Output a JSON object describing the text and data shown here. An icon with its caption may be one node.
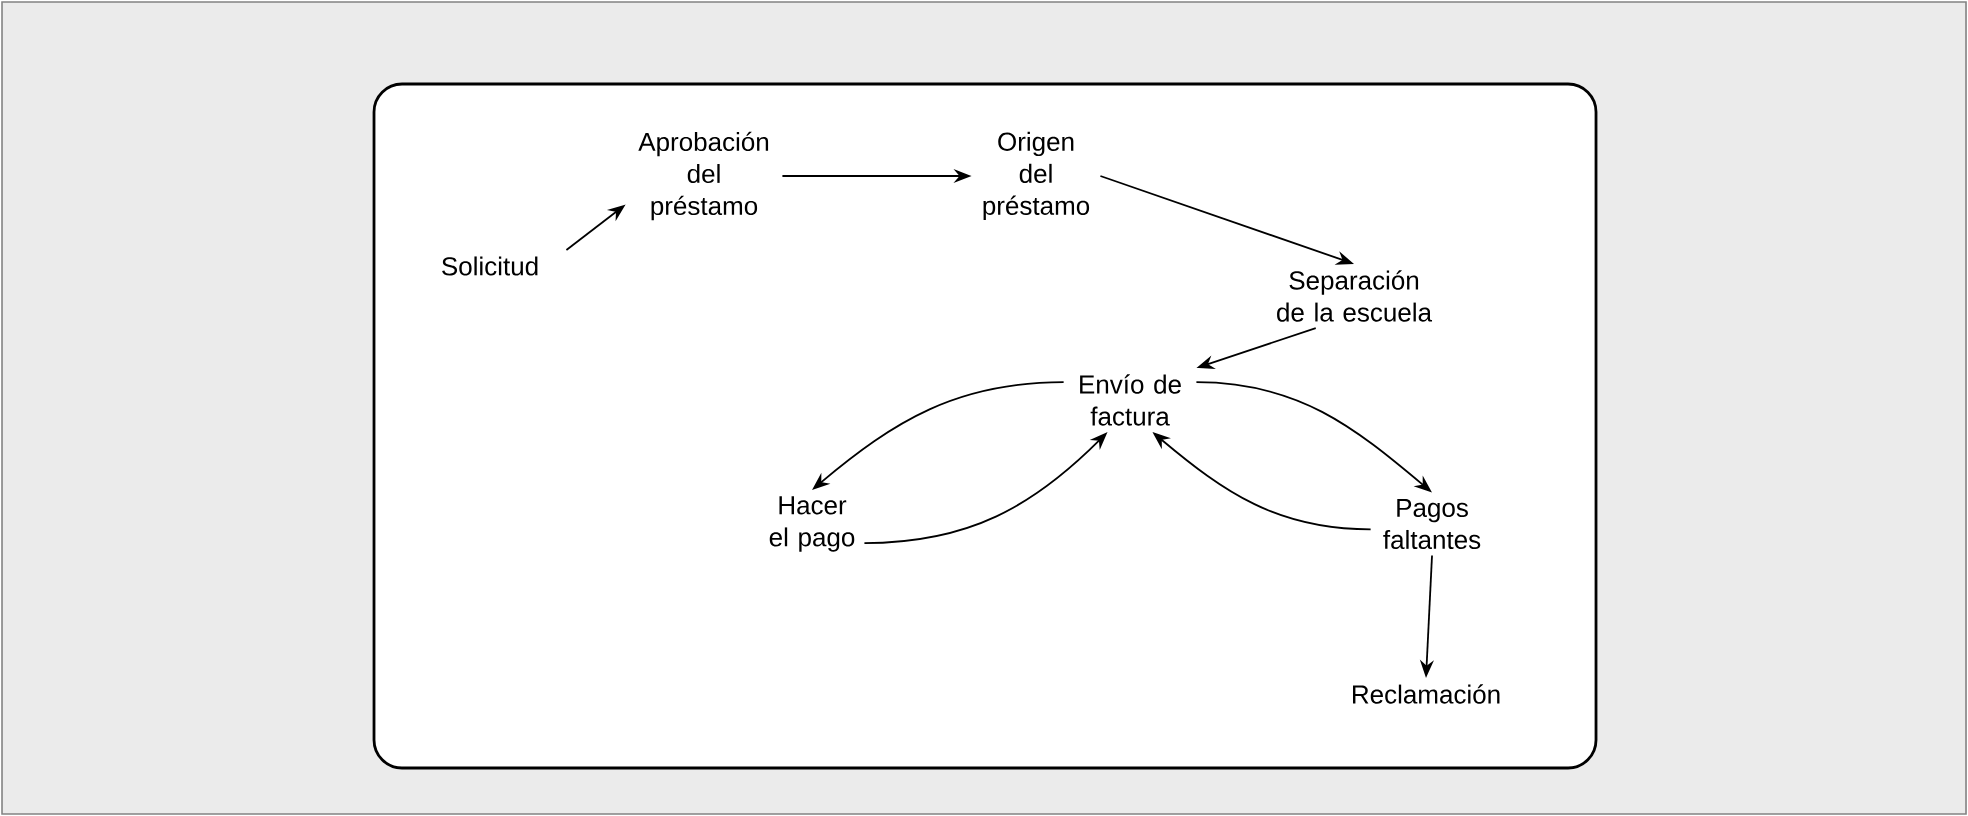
{
  "diagram": {
    "nodes": [
      {
        "text": [
          "Solicitud"
        ]
      },
      {
        "text": [
          "Aprobación del préstamo"
        ]
      },
      {
        "text": [
          "Origen del préstamo"
        ]
      },
      {
        "text": [
          "Separación de la escuela"
        ]
      },
      {
        "text": [
          "Envío de factura"
        ]
      },
      {
        "text": [
          "Hacer el pago"
        ]
      },
      {
        "text": [
          "Pagos faltantes"
        ]
      },
      {
        "text": [
          "Reclamación"
        ]
      }
    ],
    "edges": [
      {
        "from": 0,
        "to": 1,
        "arrow": "to"
      },
      {
        "from": 1,
        "to": 2,
        "arrow": "to"
      },
      {
        "from": 2,
        "to": 3,
        "arrow": "to"
      },
      {
        "from": 3,
        "to": 4,
        "arrow": "to"
      },
      {
        "from": 4,
        "to": 5,
        "arrow": "to"
      },
      {
        "from": 5,
        "to": 4,
        "arrow": "to"
      },
      {
        "from": 4,
        "to": 6,
        "arrow": "to"
      },
      {
        "from": 6,
        "to": 4,
        "arrow": "to"
      },
      {
        "from": 6,
        "to": 7,
        "arrow": "to"
      }
    ]
  }
}
